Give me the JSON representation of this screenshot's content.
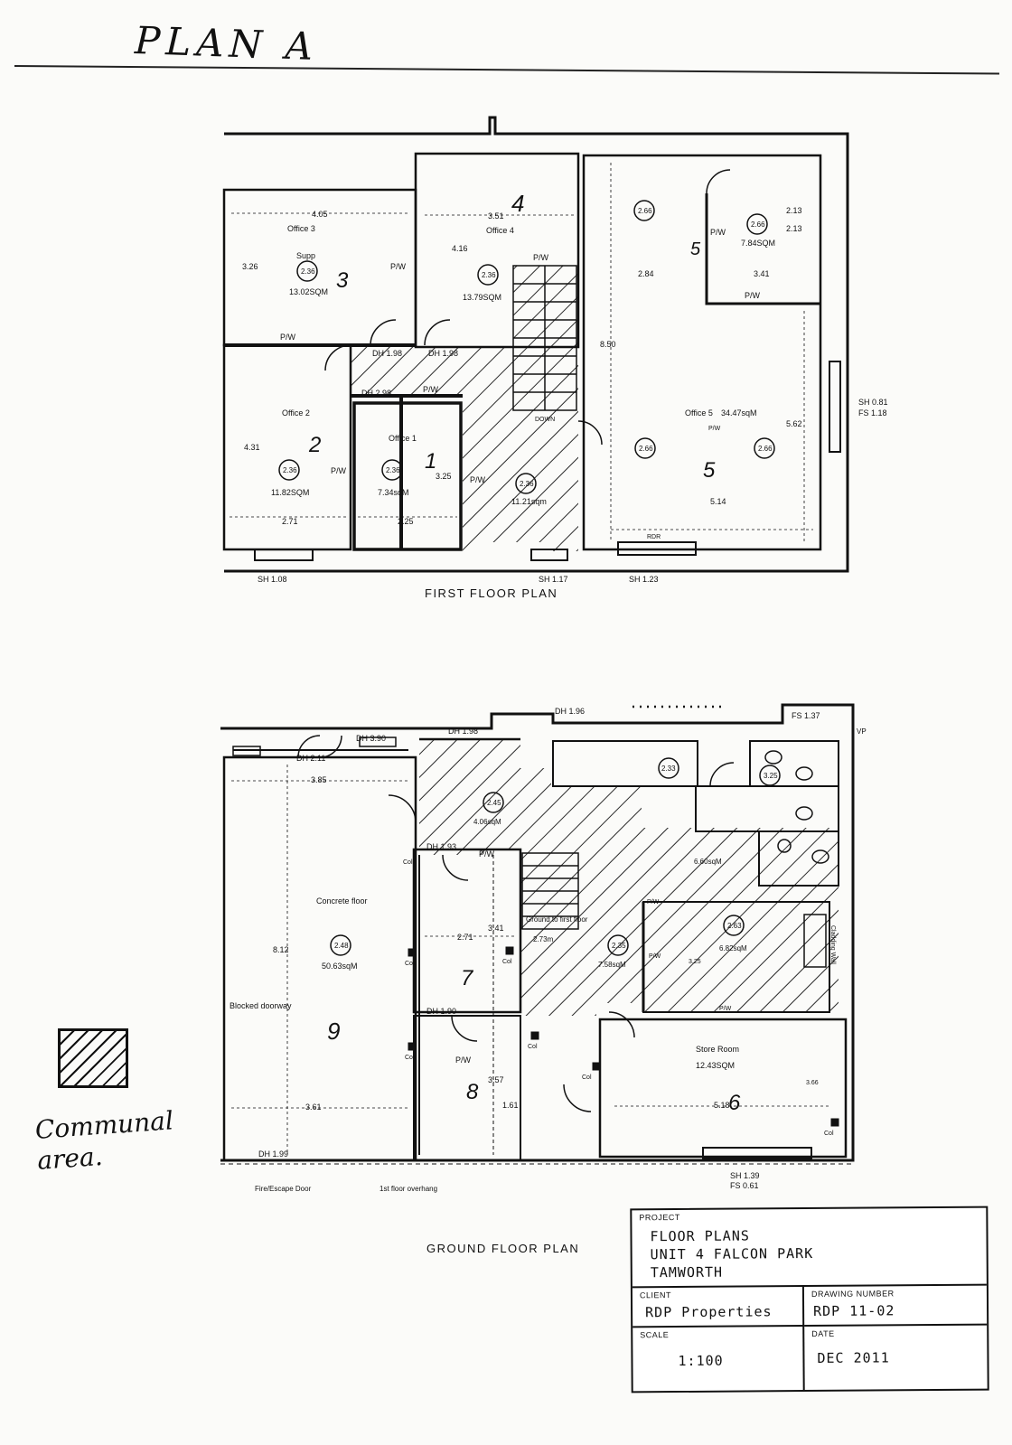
{
  "header": {
    "title": "PLAN A"
  },
  "first_floor": {
    "title": "FIRST FLOOR PLAN",
    "rooms": [
      {
        "name": "Office 3",
        "area": "13.02SQM",
        "supp": "2.36",
        "number": "3",
        "width_dim": "4.05",
        "height_dim": "3.26"
      },
      {
        "name": "Office 4",
        "area": "13.79SQM",
        "supp": "2.36",
        "number": "4",
        "width_dim": "3.51",
        "height_dim": "4.16"
      },
      {
        "name": "Office 2",
        "area": "11.82SQM",
        "supp": "2.36",
        "number": "2",
        "width_dim": "2.71",
        "height_dim": "4.31"
      },
      {
        "name": "Office 1",
        "area": "7.34sqM",
        "supp": "2.36",
        "number": "1",
        "width_dim": "2.25",
        "height_dim": "3.25"
      },
      {
        "name": "Office 5",
        "area": "34.47sqM",
        "supp": "2.66",
        "number": "5",
        "width_dim": "5.14",
        "height_dim": "8.50"
      },
      {
        "name": "",
        "area": "7.84SQM",
        "supp": "2.66",
        "number": "5",
        "width_dim": "3.41",
        "height_dim": "2.13"
      }
    ],
    "landing": {
      "supp": "2.36",
      "area": "11.21sqm"
    },
    "labels": {
      "pw": "P/W",
      "dh1": "DH 1.98",
      "dh2": "DH 2.98",
      "dh3": "DH 1.98",
      "sh_left": "SH 1.08",
      "sh_mid": "SH 1.17",
      "sh_right": "SH 1.23",
      "sh_side": "SH 0.81",
      "fs_side": "FS 1.18",
      "dim_side": "5.62",
      "dim_top": "2.84",
      "dim_side2": "2.13",
      "rdr": "RDR",
      "down": "DOWN",
      "supp_label": "Supp"
    }
  },
  "ground_floor": {
    "title": "GROUND FLOOR PLAN",
    "rooms": [
      {
        "name": "Concrete floor",
        "area": "50.63sqM",
        "height": "2.48",
        "number": "9",
        "width_dim": "3.85",
        "height_dim": "8.12"
      },
      {
        "name": "Ground to first floor",
        "area": "2.73m",
        "number": "7"
      },
      {
        "name": "Store Room",
        "area": "12.43SQM",
        "number": "6",
        "width_dim": "5.18"
      },
      {
        "name": "",
        "area": "4.06sqM",
        "height": "2.45"
      },
      {
        "name": "",
        "area": "7.58sqM",
        "height": "2.35"
      },
      {
        "name": "",
        "area": "6.82sqM",
        "height": "2.63"
      },
      {
        "name": "",
        "area": "6.60sqM",
        "height": ""
      }
    ],
    "labels": {
      "blocked_doorway": "Blocked doorway",
      "fire_door": "Fire/Escape Door",
      "overhang": "1st floor overhang",
      "dh_a": "DH 2.11",
      "dh_b": "DH 3.90",
      "dh_c": "DH 1.98",
      "dh_d": "DH 1.96",
      "dh_e": "DH 1.99",
      "dh_f": "DH 1.90",
      "dh_g": "DH 1.93",
      "fs_top": "FS 1.37",
      "vp": "VP",
      "sh_bottom": "SH 1.39",
      "fs_bottom": "FS 0.61",
      "col": "Col",
      "pw": "P/W",
      "wc_ht": "2.33",
      "wc_ht2": "3.25",
      "d_341": "3.41",
      "d_271": "2.71",
      "d_361": "3.61",
      "d_357": "3.57",
      "d_161": "1.61",
      "d_325": "3.25",
      "d_366": "3.66",
      "cladding": "Cladding Wall",
      "num8": "8"
    }
  },
  "legend": {
    "label": "Communal area."
  },
  "title_block": {
    "project_label": "PROJECT",
    "project_lines": [
      "FLOOR PLANS",
      "UNIT 4 FALCON PARK",
      "TAMWORTH"
    ],
    "client_label": "CLIENT",
    "client": "RDP Properties",
    "drawing_label": "DRAWING NUMBER",
    "drawing_number": "RDP 11-02",
    "scale_label": "SCALE",
    "scale": "1:100",
    "date_label": "DATE",
    "date": "DEC 2011"
  },
  "colors": {
    "ink": "#111111",
    "paper": "#fbfbf9"
  }
}
